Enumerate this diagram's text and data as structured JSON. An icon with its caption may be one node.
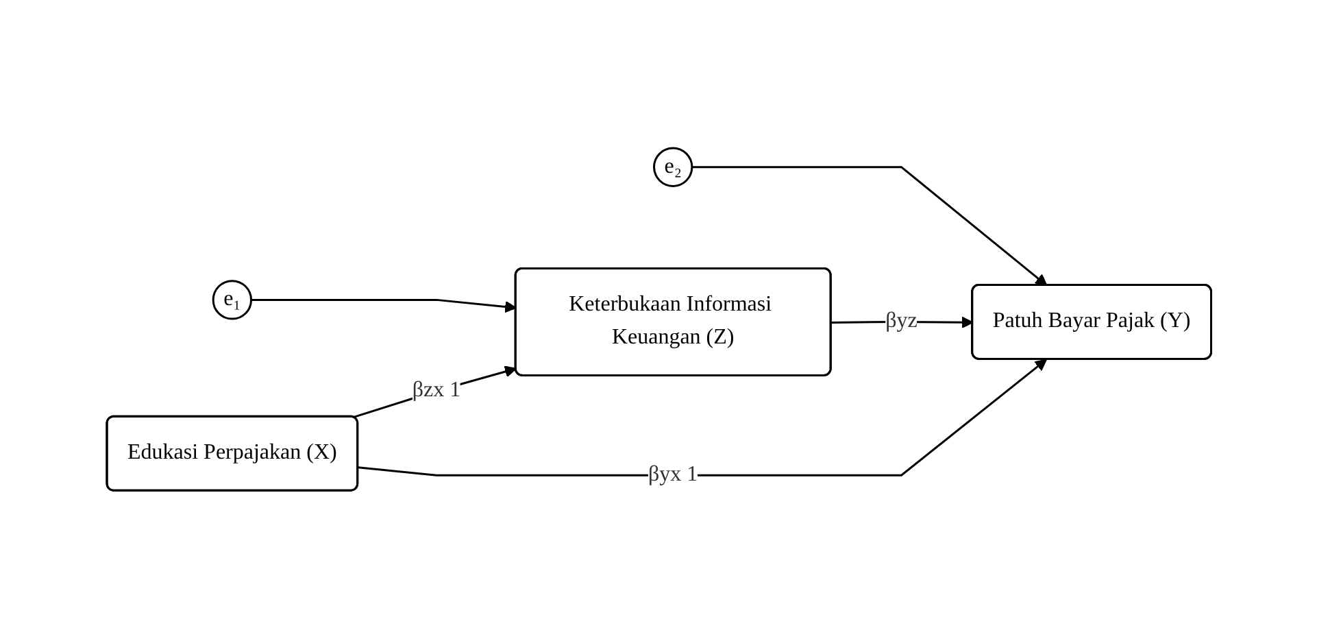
{
  "diagram": {
    "nodes": [
      {
        "text": [
          "e₁"
        ]
      },
      {
        "text": [
          "e₂"
        ]
      },
      {
        "text": [
          "Edukasi Perpajakan (X)"
        ]
      },
      {
        "text": [
          "Keterbukaan Informasi Keuangan (Z)"
        ]
      },
      {
        "text": [
          "Patuh Bayar Pajak (Y)"
        ]
      }
    ],
    "edges": [
      {
        "from": 0,
        "to": 3,
        "arrow": "to"
      },
      {
        "from": 1,
        "to": 4,
        "arrow": "to"
      },
      {
        "from": 2,
        "to": 3,
        "arrow": "to",
        "label": "βzx 1"
      },
      {
        "from": 3,
        "to": 4,
        "arrow": "to",
        "label": "βyz"
      },
      {
        "from": 2,
        "to": 4,
        "arrow": "to",
        "label": "βyx 1"
      }
    ]
  }
}
